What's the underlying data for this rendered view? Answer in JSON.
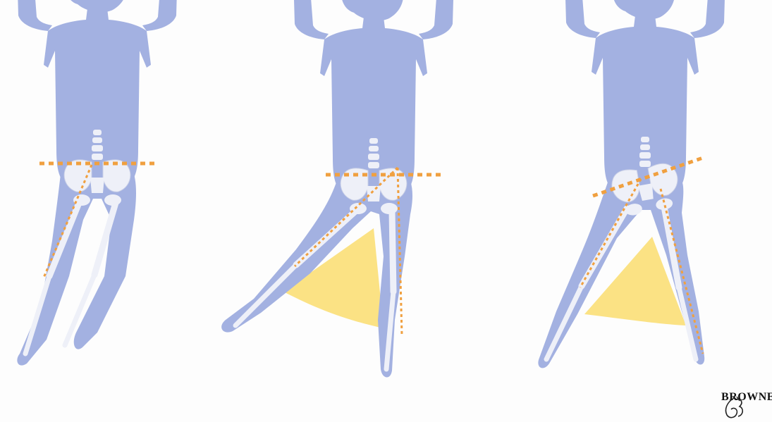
{
  "colors": {
    "body": "#a3b1e1",
    "bone": "#eef0f8",
    "axis_line": "#f0a040",
    "angle_wedge": "#fbe07a",
    "background": "#fdfdfd"
  },
  "figures": [
    {
      "name": "neutral-pose"
    },
    {
      "name": "single-leg-abducted"
    },
    {
      "name": "both-legs-abducted-pelvis-tilted"
    }
  ],
  "logo": {
    "text": "BROWNE"
  }
}
